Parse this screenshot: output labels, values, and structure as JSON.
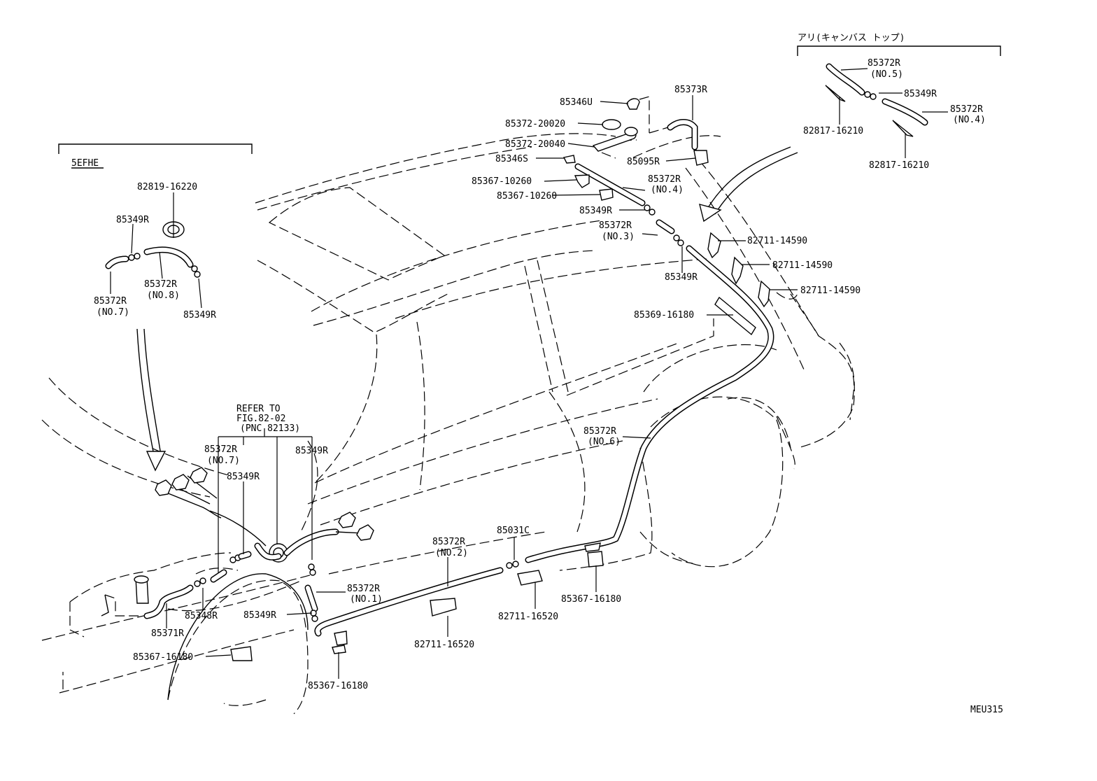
{
  "header_jp": "アリ(キャンバス トップ)",
  "engine_box": "5EFHE",
  "figure_code": "MEU315",
  "refer": {
    "line1": "REFER TO",
    "line2": "FIG.82-02",
    "line3": "(PNC 82133)"
  },
  "labels": {
    "c1": "85346U",
    "c2": "85372-20020",
    "c3": "85372-20040",
    "c4": "85346S",
    "c5": "85367-10260",
    "c6": "85367-10260",
    "c7": "85373R",
    "c8": "85095R",
    "c9a": "85372R",
    "c9b": "(NO.4)",
    "c10": "85349R",
    "c11a": "85372R",
    "c11b": "(NO.3)",
    "c12": "85349R",
    "c13": "82711-14590",
    "c14": "82711-14590",
    "c15": "82711-14590",
    "c16": "85369-16180",
    "c17a": "85372R",
    "c17b": "(NO.6)",
    "r1a": "85372R",
    "r1b": "(NO.5)",
    "r2": "85349R",
    "r3a": "85372R",
    "r3b": "(NO.4)",
    "r4": "82817-16210",
    "r5": "82817-16210",
    "l1": "82819-16220",
    "l2": "85349R",
    "l3a": "85372R",
    "l3b": "(NO.7)",
    "l4a": "85372R",
    "l4b": "(NO.8)",
    "l5": "85349R",
    "f1a": "85372R",
    "f1b": "(NO.7)",
    "f2": "85349R",
    "f3": "85349R",
    "f4": "85348R",
    "f5": "85371R",
    "f6": "85367-16180",
    "f7": "85349R",
    "f8a": "85372R",
    "f8b": "(NO.1)",
    "f9": "85367-16180",
    "f10a": "85372R",
    "f10b": "(NO.2)",
    "f11": "82711-16520",
    "f12": "85031C",
    "f13": "82711-16520",
    "f14": "85367-16180"
  }
}
